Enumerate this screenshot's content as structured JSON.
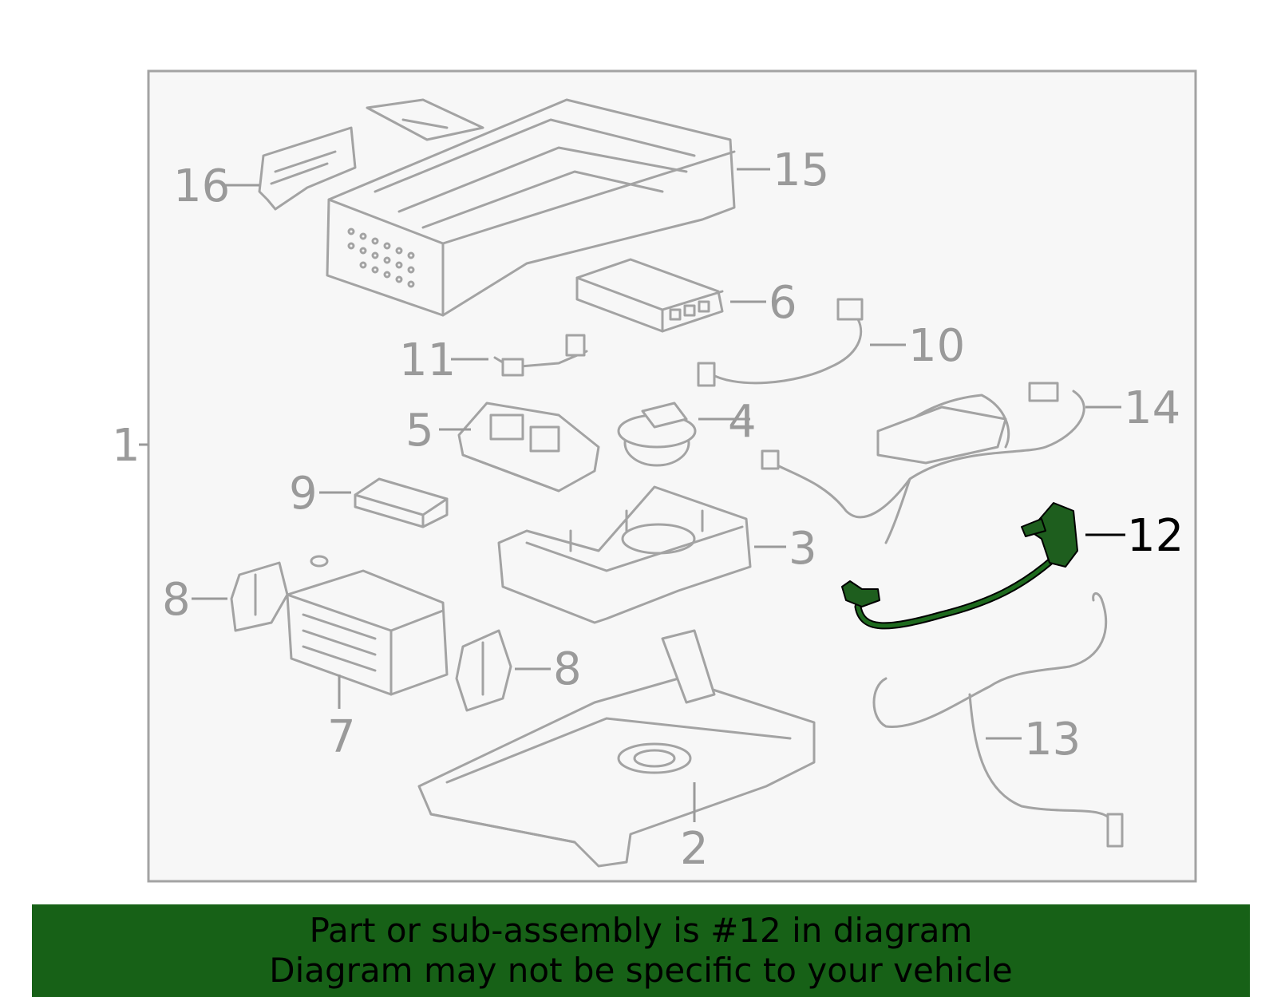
{
  "callouts": [
    {
      "id": "1",
      "label": "1"
    },
    {
      "id": "2",
      "label": "2"
    },
    {
      "id": "3",
      "label": "3"
    },
    {
      "id": "4",
      "label": "4"
    },
    {
      "id": "5",
      "label": "5"
    },
    {
      "id": "6",
      "label": "6"
    },
    {
      "id": "7",
      "label": "7"
    },
    {
      "id": "8a",
      "label": "8"
    },
    {
      "id": "8b",
      "label": "8"
    },
    {
      "id": "9",
      "label": "9"
    },
    {
      "id": "10",
      "label": "10"
    },
    {
      "id": "11",
      "label": "11"
    },
    {
      "id": "12",
      "label": "12"
    },
    {
      "id": "13",
      "label": "13"
    },
    {
      "id": "14",
      "label": "14"
    },
    {
      "id": "15",
      "label": "15"
    },
    {
      "id": "16",
      "label": "16"
    }
  ],
  "highlighted_part": "12",
  "colors": {
    "banner": "#176117",
    "highlight": "#1e5e1e",
    "line": "#a3a3a3",
    "frame_bg": "#f7f7f7"
  },
  "banner": {
    "line1": "Part or sub-assembly is #12 in diagram",
    "line2": "Diagram may not be specific to your vehicle"
  }
}
